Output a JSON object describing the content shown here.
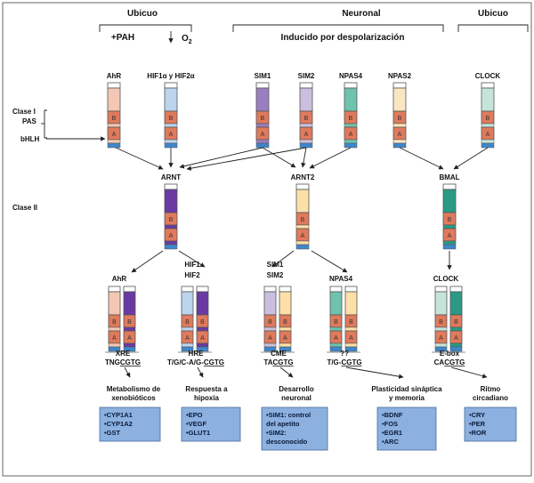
{
  "headers": {
    "ubicuo_left": "Ubicuo",
    "neuronal": "Neuronal",
    "ubicuo_right": "Ubicuo",
    "depolarization": "Inducido por despolarización",
    "pah": "+PAH",
    "o2": "O",
    "o2_sub": "2"
  },
  "class_labels": {
    "class1": "Clase I",
    "class2": "Clase II"
  },
  "domain_labels": {
    "pas": "PAS",
    "bhlh": "bHLH"
  },
  "class1_proteins": [
    {
      "name": "AhR",
      "color": "#f4c7b5"
    },
    {
      "name": "HIF1α y HIF2α",
      "color": "#bcd4ee"
    },
    {
      "name": "SIM1",
      "color": "#9a7fc0"
    },
    {
      "name": "SIM2",
      "color": "#cbbfe0"
    },
    {
      "name": "NPAS4",
      "color": "#6fc3ae"
    },
    {
      "name": "NPAS2",
      "color": "#fbe6c2"
    },
    {
      "name": "CLOCK",
      "color": "#c5e5da"
    }
  ],
  "class2_proteins": [
    {
      "name": "ARNT",
      "color": "#6a3aa2"
    },
    {
      "name": "ARNT2",
      "color": "#fce0a8"
    },
    {
      "name": "BMAL",
      "color": "#2a9a84"
    }
  ],
  "domain_letters": {
    "b": "B",
    "a": "A"
  },
  "dimers": [
    {
      "label": "AhR",
      "label2": "",
      "motif": "XRE",
      "seq_pre": "TNG",
      "seq_core": "CGTG",
      "outcome": "Metabolismo de xenobióticos",
      "targets": [
        "•CYP1A1",
        "•CYP1A2",
        "•GST"
      ]
    },
    {
      "label": "HIF1",
      "label2": "HIF2",
      "motif": "HRE",
      "seq_pre": "T/G/C-A/G-",
      "seq_core": "CGTG",
      "outcome": "Respuesta a hipoxia",
      "targets": [
        "•EPO",
        "•VEGF",
        "•GLUT1"
      ]
    },
    {
      "label": "SIM1",
      "label2": "SIM2",
      "motif": "CME",
      "seq_pre": "TA",
      "seq_core": "CGTG",
      "outcome": "Desarrollo neuronal",
      "targets": [
        "•SIM1: control",
        "del apetito",
        "•SIM2:",
        "desconocido"
      ]
    },
    {
      "label": "NPAS4",
      "label2": "",
      "motif": "??",
      "seq_pre": "T/G-",
      "seq_core": "CGTG",
      "outcome": "Plasticidad sináptica y memoria",
      "targets": [
        "•BDNF",
        "•FOS",
        "•EGR1",
        "•ARC"
      ]
    },
    {
      "label": "CLOCK",
      "label2": "",
      "motif": "E-box",
      "seq_pre": "CA",
      "seq_core": "CGTG",
      "outcome": "Ritmo circadiano",
      "targets": [
        "•CRY",
        "•PER",
        "•ROR"
      ]
    }
  ],
  "colors": {
    "pas_domain": "#e07a5c",
    "bhlh_stripe": "#3f86c9",
    "target_box": "#8cb0df",
    "border": "#555555"
  }
}
